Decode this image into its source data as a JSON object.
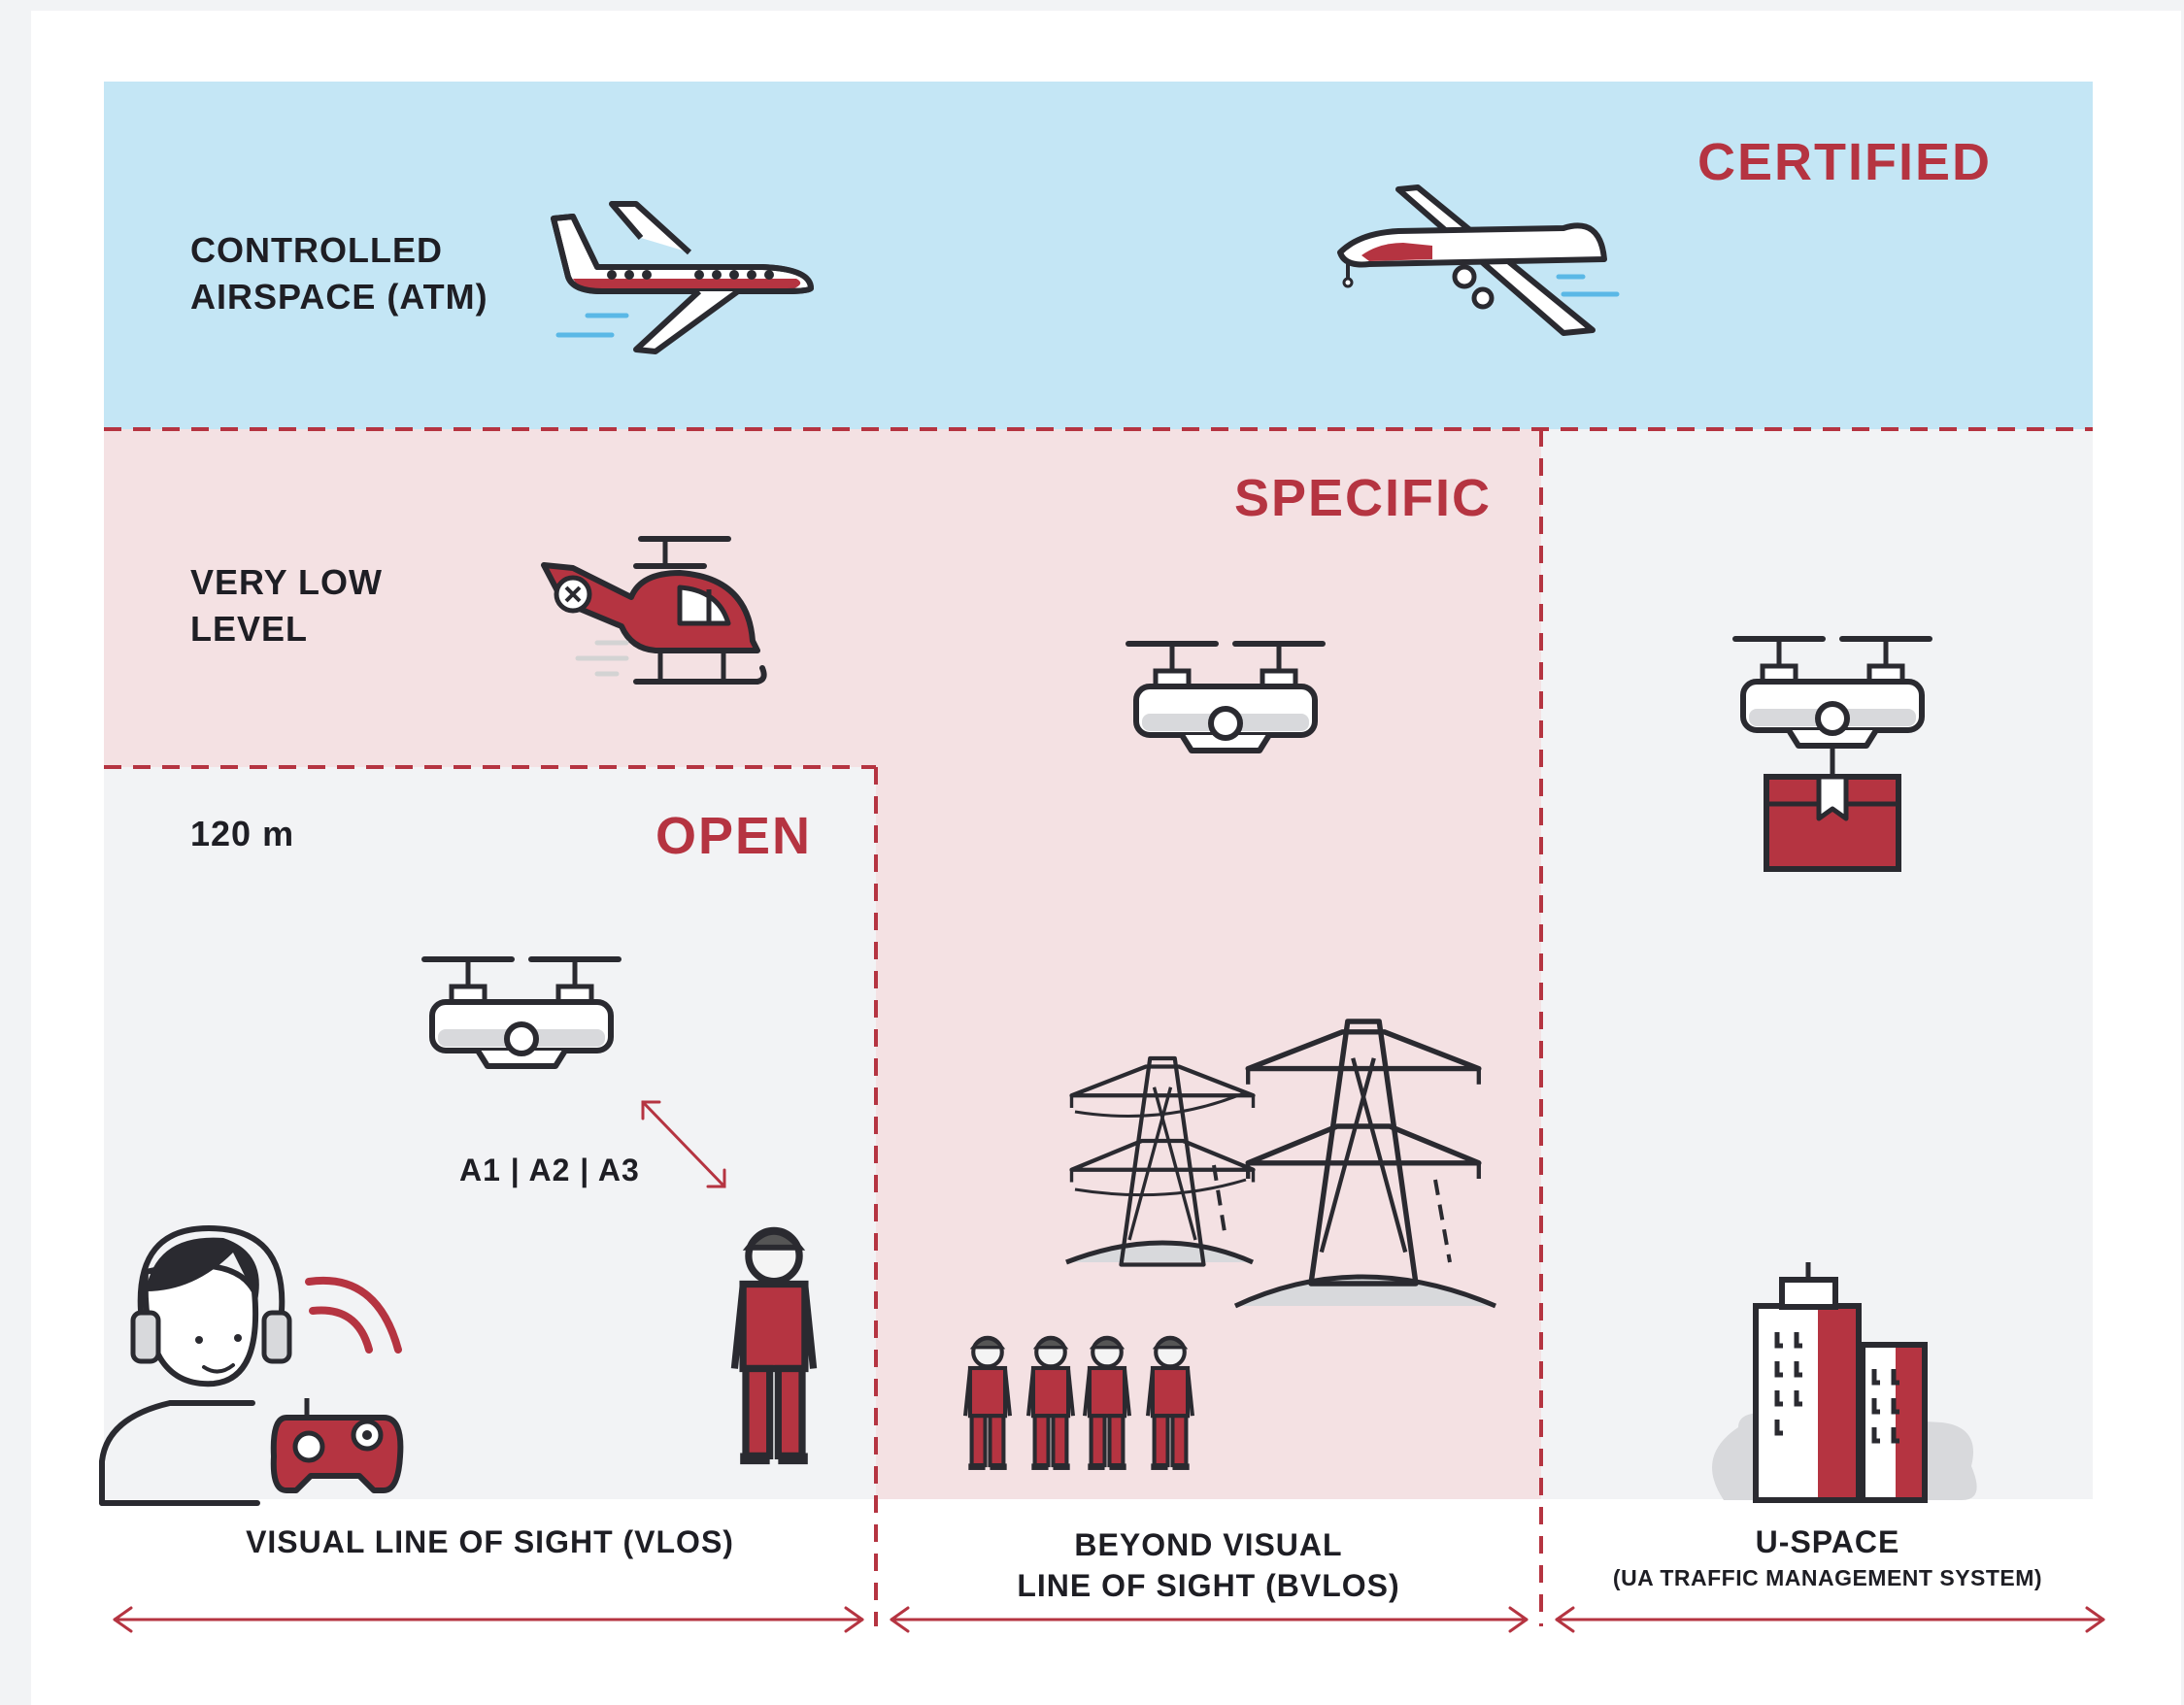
{
  "categories": {
    "certified": "CERTIFIED",
    "specific": "SPECIFIC",
    "open": "OPEN"
  },
  "airspace": {
    "controlled_line1": "CONTROLLED",
    "controlled_line2": "AIRSPACE (ATM)",
    "very_low_line1": "VERY LOW",
    "very_low_line2": "LEVEL",
    "altitude": "120 m"
  },
  "subcategories": "A1 | A2 | A3",
  "bottom": {
    "vlos": "VISUAL LINE OF SIGHT (VLOS)",
    "bvlos_line1": "BEYOND VISUAL",
    "bvlos_line2": "LINE OF SIGHT (BVLOS)",
    "uspace": "U-SPACE",
    "uspace_sub": "(UA TRAFFIC MANAGEMENT SYSTEM)"
  },
  "icons": [
    "airplane-icon",
    "military-drone-icon",
    "helicopter-icon",
    "quadcopter-drone-icon",
    "delivery-drone-icon",
    "power-line-towers-icon",
    "pilot-with-headset-icon",
    "remote-controller-icon",
    "worker-icon",
    "city-buildings-icon"
  ],
  "colors": {
    "certified_bg": "#c4e6f5",
    "specific_bg": "#f4e1e3",
    "open_bg": "#f2f3f5",
    "accent_red": "#b53441",
    "outline": "#2a2a30"
  }
}
